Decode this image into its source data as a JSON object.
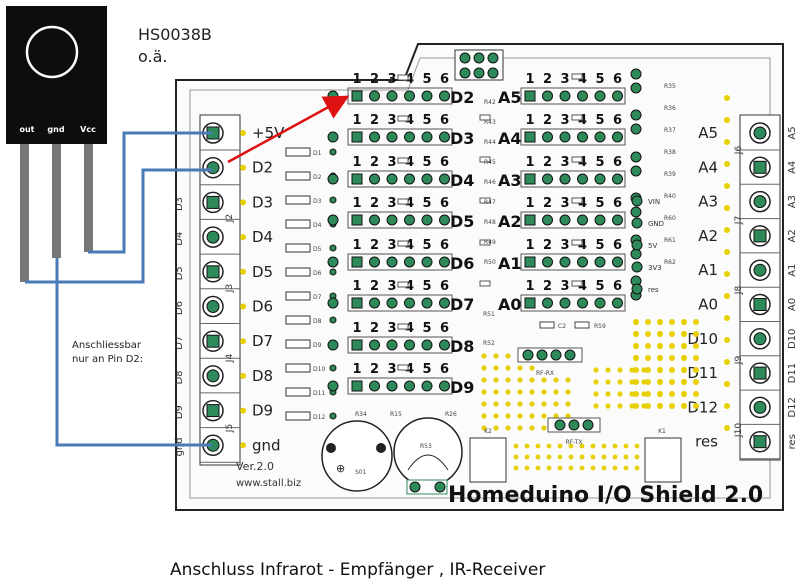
{
  "sensor": {
    "model": "HS0038B",
    "variant": "o.ä.",
    "pins": [
      "out",
      "gnd",
      "Vcc"
    ]
  },
  "note_lines": [
    "Anschliessbar",
    "nur an  Pin D2:"
  ],
  "board": {
    "title": "Homeduino I/O Shield 2.0",
    "version": "Ver.2.0",
    "url": "www.stall.biz",
    "left_header": [
      "+5V",
      "D2",
      "D3",
      "D4",
      "D5",
      "D6",
      "D7",
      "D8",
      "D9",
      "gnd"
    ],
    "left_edge": [
      "D3",
      "D4",
      "D5",
      "D6",
      "D7",
      "D8",
      "D9",
      "gnd"
    ],
    "left_small": [
      "J2",
      "J3",
      "J4",
      "J5"
    ],
    "digital_rows": [
      "D2",
      "D3",
      "D4",
      "D5",
      "D6",
      "D7",
      "D8",
      "D9"
    ],
    "analog_rows": [
      "A5",
      "A4",
      "A3",
      "A2",
      "A1",
      "A0"
    ],
    "pin_numbers": [
      "1",
      "2",
      "3",
      "4",
      "5",
      "6"
    ],
    "right_header": [
      "A5",
      "A4",
      "A3",
      "A2",
      "A1",
      "A0",
      "D10",
      "D11",
      "D12",
      "res"
    ],
    "right_edge": [
      "A5",
      "A4",
      "A3",
      "A2",
      "A1",
      "A0",
      "D10",
      "D11",
      "D12",
      "res"
    ],
    "right_small": [
      "J6",
      "J7",
      "J8",
      "J9",
      "J10"
    ],
    "res_labels": [
      "R35",
      "R36",
      "R37",
      "R38",
      "R39",
      "R40",
      "R60",
      "R61",
      "R62"
    ],
    "power_labels": [
      "VIN",
      "GND",
      "5V",
      "3V3",
      "res"
    ],
    "parts": [
      "RF-RX",
      "RF-TX",
      "K2",
      "K1",
      "R53",
      "R34",
      "R26",
      "R15",
      "S01",
      "C2",
      "R59",
      "R51",
      "R52",
      "R42",
      "R43",
      "R44",
      "R45",
      "R46",
      "R47",
      "R48",
      "R49",
      "R50",
      "D1",
      "D2",
      "D3",
      "D4",
      "D5",
      "D6",
      "D7",
      "D8",
      "D9",
      "D10",
      "D11",
      "D12"
    ]
  },
  "caption": "Anschluss Infrarot  - Empfänger , IR-Receiver",
  "colors": {
    "wire": "#4a7ab8",
    "arrow": "#dd1111",
    "header_green": "#2f8a5a",
    "pad_yellow": "#e6d000",
    "sensor_body": "#0d0d0d",
    "lead_grey": "#777777"
  }
}
